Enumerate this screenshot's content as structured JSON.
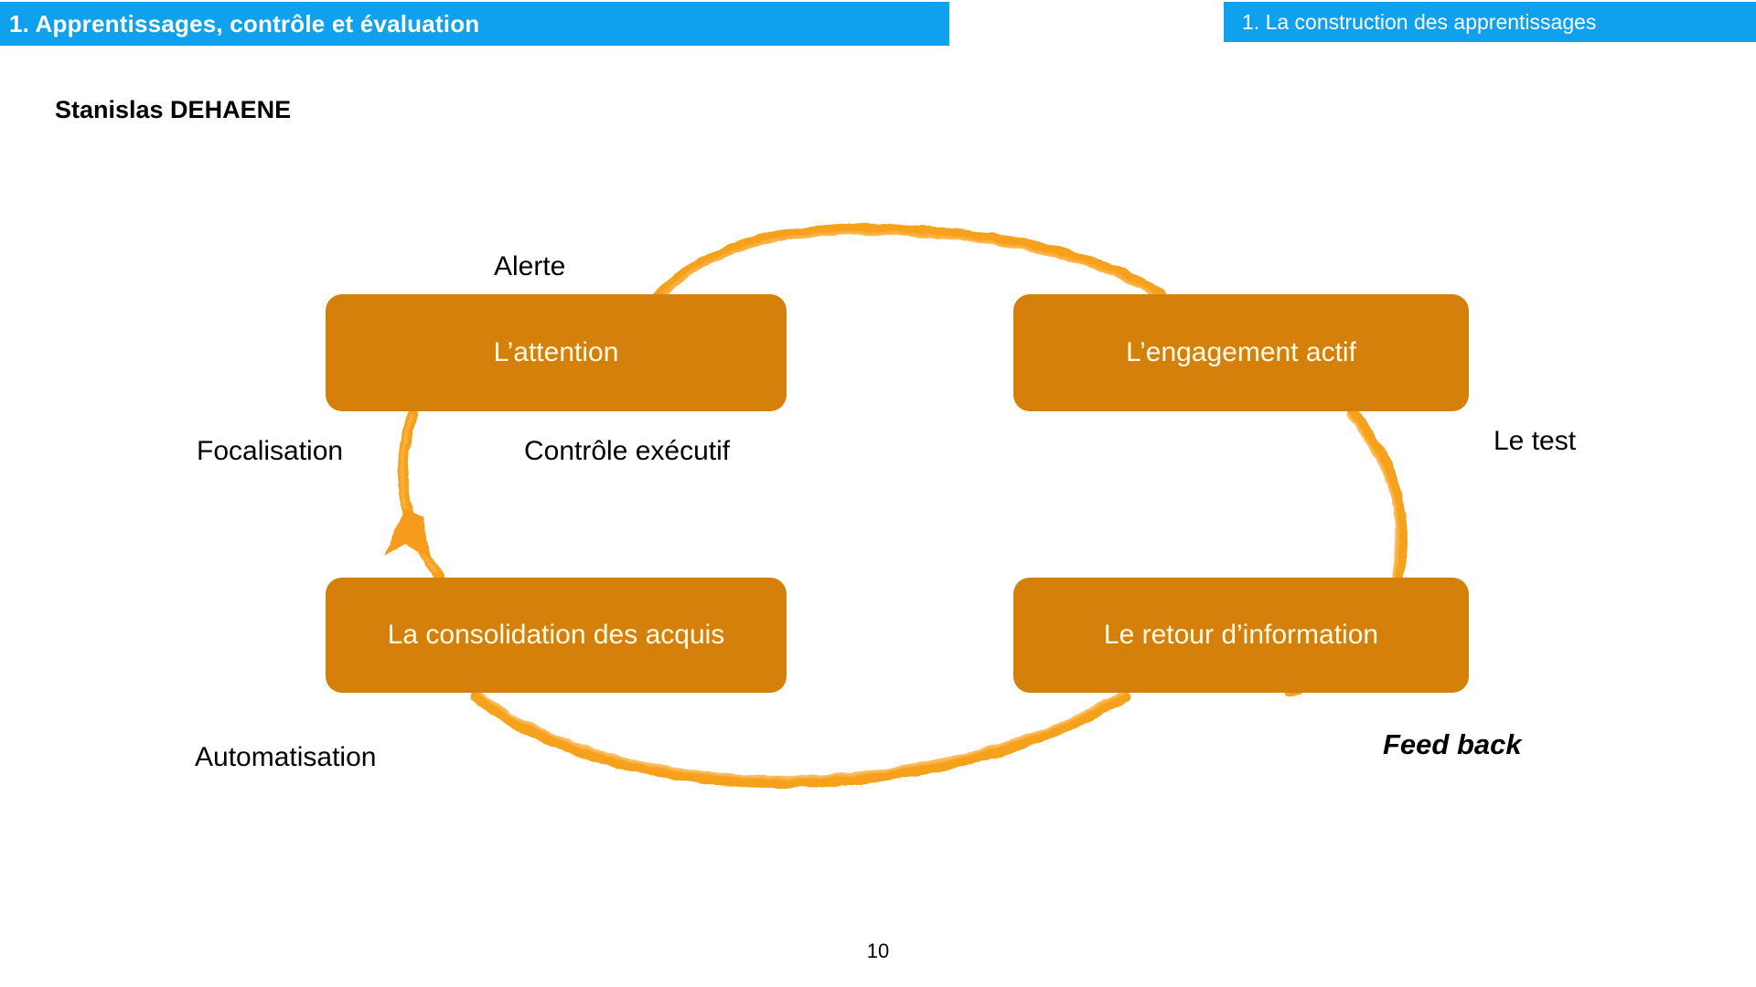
{
  "header": {
    "left_banner": "1. Apprentissages, contrôle et évaluation",
    "right_banner": "1. La construction des apprentissages",
    "banner_color": "#0FA0EE",
    "banner_text_color": "#FFFFFF"
  },
  "author": "Stanislas DEHAENE",
  "colors": {
    "node_fill": "#D4800B",
    "node_text": "#FFFCE8",
    "arc": "#F5A11E",
    "label_text": "#000000",
    "background": "#FFFFFF"
  },
  "diagram": {
    "type": "cycle",
    "nodes": [
      {
        "id": "attention",
        "label": "L’attention",
        "position": "top-left"
      },
      {
        "id": "engagement",
        "label": "L’engagement actif",
        "position": "top-right"
      },
      {
        "id": "consolidation",
        "label": "La consolidation des acquis",
        "position": "bottom-left"
      },
      {
        "id": "retour",
        "label": "Le retour d’information",
        "position": "bottom-right"
      }
    ],
    "annotations": [
      {
        "id": "alerte",
        "label": "Alerte",
        "style": "plain"
      },
      {
        "id": "focalisation",
        "label": "Focalisation",
        "style": "plain"
      },
      {
        "id": "controle",
        "label": "Contrôle exécutif",
        "style": "plain"
      },
      {
        "id": "le-test",
        "label": "Le test",
        "style": "plain"
      },
      {
        "id": "automatisation",
        "label": "Automatisation",
        "style": "plain"
      },
      {
        "id": "feed-back",
        "label": "Feed back",
        "style": "bold-italic"
      }
    ]
  },
  "footer": {
    "page_number": "10"
  }
}
